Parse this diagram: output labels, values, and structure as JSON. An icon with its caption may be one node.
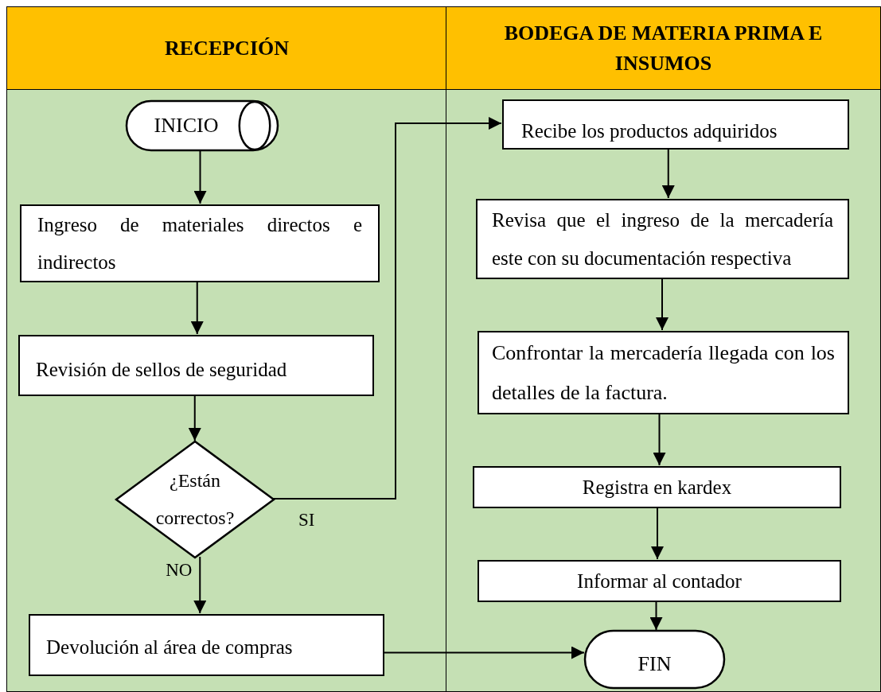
{
  "diagram": {
    "nodes": [
      {
        "text": [
          "RECEPCIÓN"
        ]
      },
      {
        "text": [
          "BODEGA DE MATERIA PRIMA E INSUMOS"
        ]
      },
      {
        "text": [
          "INICIO"
        ],
        "in": 0
      },
      {
        "text": [
          "Ingreso de materiales directos e indirectos"
        ],
        "in": 0
      },
      {
        "text": [
          "Revisión de sellos de seguridad"
        ],
        "in": 0
      },
      {
        "text": [
          "¿Están correctos?"
        ],
        "in": 0
      },
      {
        "text": [
          "Devolución al área de compras"
        ],
        "in": 0
      },
      {
        "text": [
          "Recibe los productos adquiridos"
        ],
        "in": 1
      },
      {
        "text": [
          "Revisa que el ingreso de la mercadería este con su documentación respectiva"
        ],
        "in": 1
      },
      {
        "text": [
          "Confrontar la mercadería llegada con los detalles de la factura."
        ],
        "in": 1
      },
      {
        "text": [
          "Registra en kardex"
        ],
        "in": 1
      },
      {
        "text": [
          "Informar al contador"
        ],
        "in": 1
      },
      {
        "text": [
          "FIN"
        ],
        "in": 1
      }
    ],
    "edges": [
      {
        "from": 2,
        "to": 3,
        "arrow": "to"
      },
      {
        "from": 3,
        "to": 4,
        "arrow": "to"
      },
      {
        "from": 4,
        "to": 5,
        "arrow": "to"
      },
      {
        "from": 5,
        "to": 7,
        "label": "SI",
        "arrow": "to"
      },
      {
        "from": 5,
        "to": 6,
        "label": "NO",
        "arrow": "to"
      },
      {
        "from": 7,
        "to": 8,
        "arrow": "to"
      },
      {
        "from": 8,
        "to": 9,
        "arrow": "to"
      },
      {
        "from": 9,
        "to": 10,
        "arrow": "to"
      },
      {
        "from": 10,
        "to": 11,
        "arrow": "to"
      },
      {
        "from": 11,
        "to": 12,
        "arrow": "to"
      },
      {
        "from": 6,
        "to": 12,
        "arrow": "to"
      }
    ]
  }
}
